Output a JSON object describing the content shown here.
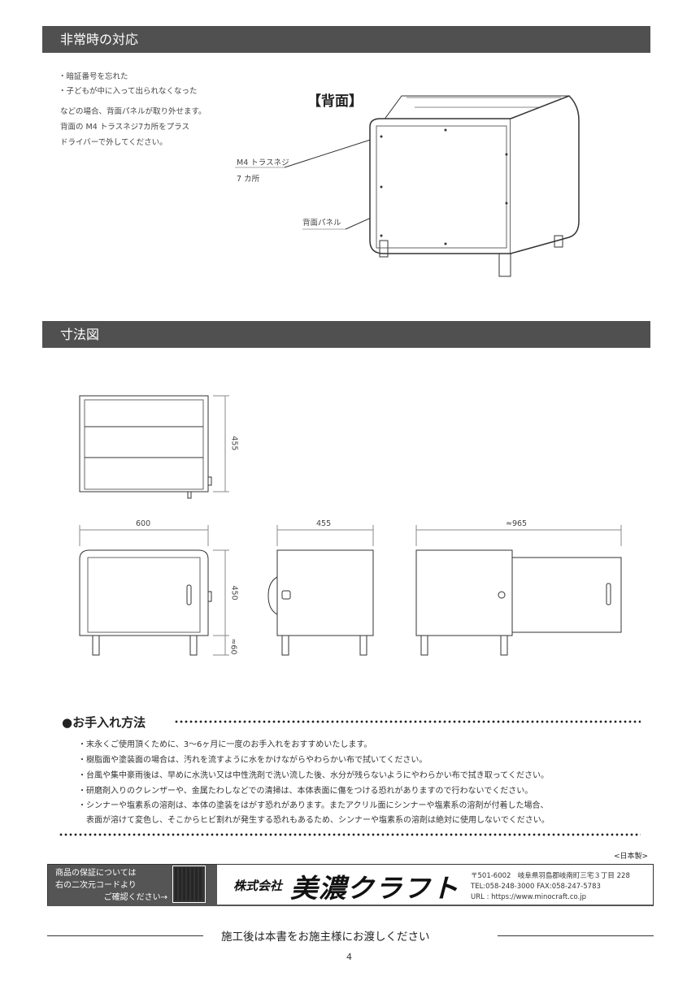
{
  "emergency": {
    "title": "非常時の対応",
    "bullets": [
      "・暗証番号を忘れた",
      "・子どもが中に入って出られなくなった"
    ],
    "body": [
      "などの場合、背面パネルが取り外せます。",
      "背面の M4 トラスネジ7カ所をプラス",
      "ドライバーで外してください。"
    ],
    "view_label": "【背面】",
    "callout_screw": "M4 トラスネジ",
    "callout_screw_count": "7 カ所",
    "callout_panel": "背面パネル"
  },
  "dimensions": {
    "title": "寸法図",
    "top_depth": "455",
    "front_width": "600",
    "side_depth": "455",
    "open_depth": "≈965",
    "height": "450",
    "leg_height": "≈60"
  },
  "care": {
    "title": "●お手入れ方法",
    "items": [
      "・末永くご使用頂くために、3～6ヶ月に一度のお手入れをおすすめいたします。",
      "・樹脂面や塗装面の場合は、汚れを流すように水をかけながらやわらかい布で拭いてください。",
      "・台風や集中豪雨後は、早めに水洗い又は中性洗剤で洗い流した後、水分が残らないようにやわらかい布で拭き取ってください。",
      "・研磨剤入りのクレンザーや、金属たわしなどでの清掃は、本体表面に傷をつける恐れがありますので行わないでください。",
      "・シンナーや塩素系の溶剤は、本体の塗装をはがす恐れがあります。またアクリル面にシンナーや塩素系の溶剤が付着した場合、",
      "　表面が溶けて変色し、そこからヒビ割れが発生する恐れもあるため、シンナーや塩素系の溶剤は絶対に使用しないでください。"
    ]
  },
  "footer": {
    "origin": "<日本製>",
    "warranty": [
      "商品の保証については",
      "右の二次元コードより",
      "ご確認ください→"
    ],
    "company_prefix": "株式会社",
    "company_name": "美濃クラフト",
    "address": "〒501-6002　岐阜県羽島郡岐南町三宅３丁目 228",
    "tel_fax": "TEL:058-248-3000 FAX:058-247-5783",
    "url": "URL : https://www.minocraft.co.jp",
    "handover": "施工後は本書をお施主様にお渡しください",
    "page_number": "4"
  }
}
